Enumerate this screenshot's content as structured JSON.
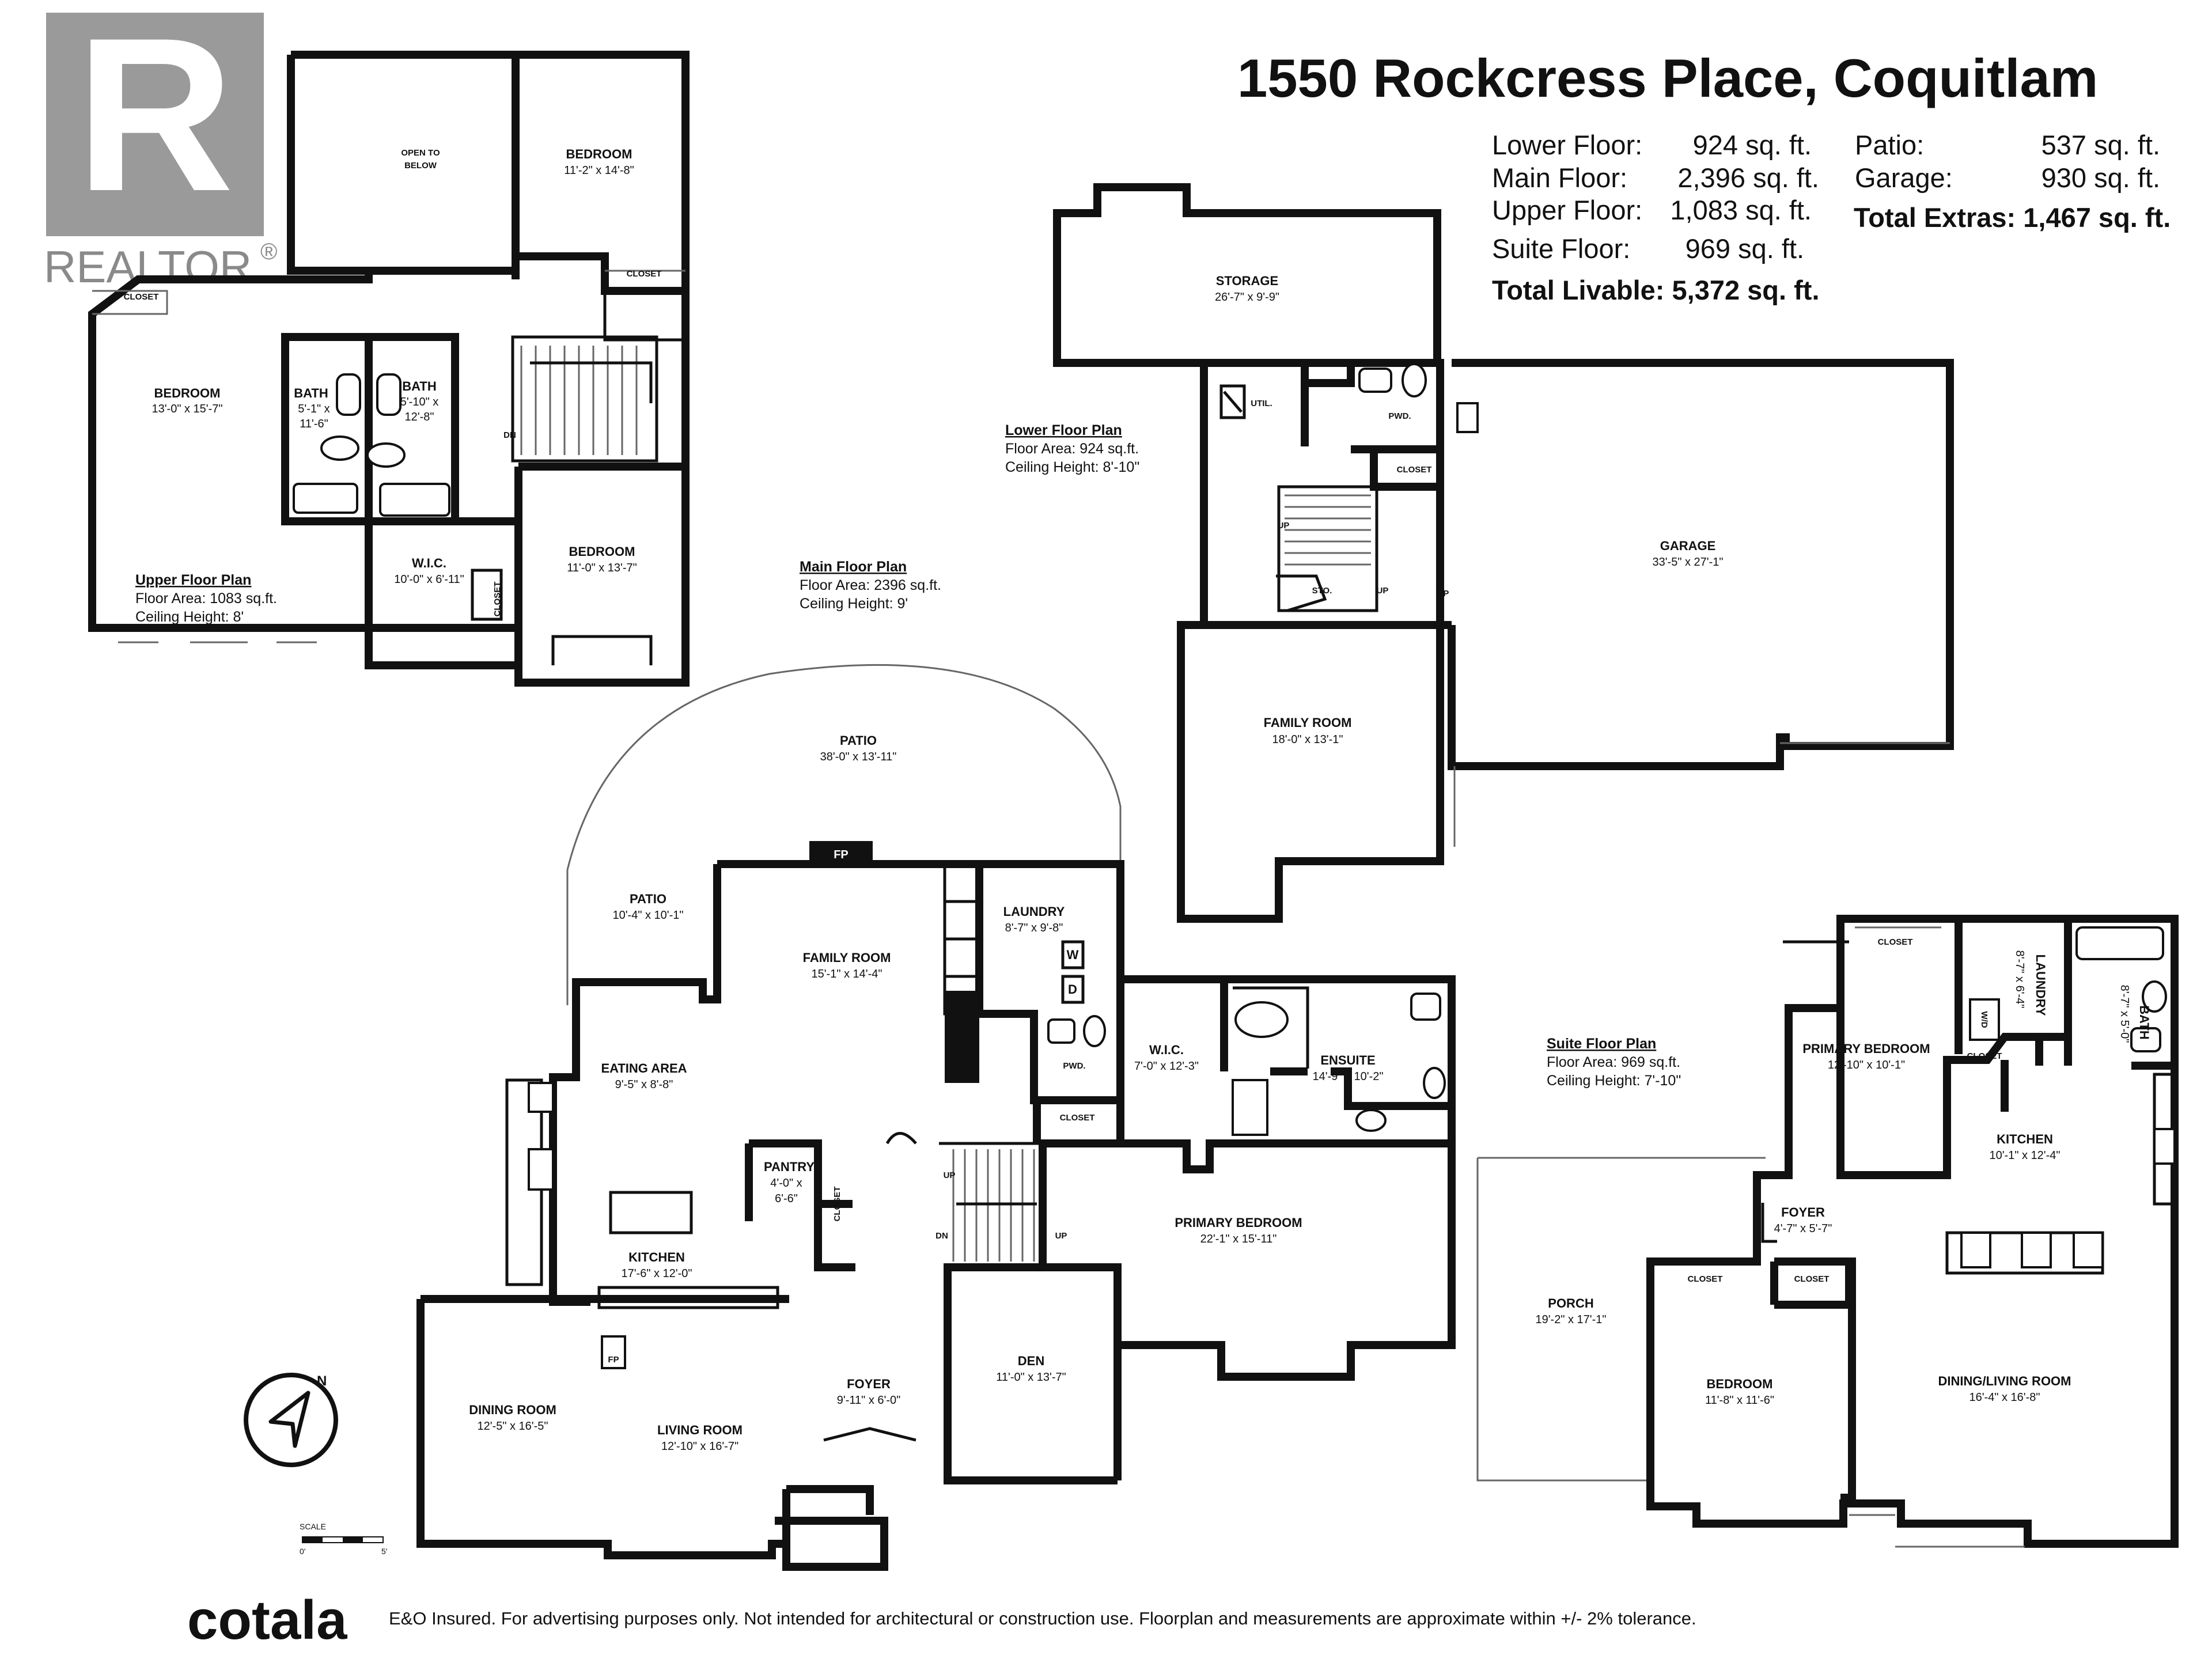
{
  "header": {
    "title": "1550 Rockcress Place, Coquitlam"
  },
  "summary": {
    "lower_floor": {
      "label": "Lower Floor:",
      "value": "924 sq. ft."
    },
    "main_floor": {
      "label": "Main Floor:",
      "value": "2,396 sq. ft."
    },
    "upper_floor": {
      "label": "Upper Floor:",
      "value": "1,083 sq. ft."
    },
    "suite_floor": {
      "label": "Suite Floor:",
      "value": "969 sq. ft."
    },
    "total_livable": "Total Livable: 5,372 sq. ft.",
    "patio": {
      "label": "Patio:",
      "value": "537 sq. ft."
    },
    "garage": {
      "label": "Garage:",
      "value": "930 sq. ft."
    },
    "total_extras": "Total Extras: 1,467 sq. ft."
  },
  "watermark": {
    "text": "REALTOR",
    "mark": "®",
    "logo_letter": "R"
  },
  "plans": {
    "upper": {
      "title": "Upper Floor Plan",
      "area": "Floor Area: 1083 sq.ft.",
      "ceiling": "Ceiling Height: 8'"
    },
    "lower": {
      "title": "Lower Floor Plan",
      "area": "Floor Area: 924 sq.ft.",
      "ceiling": "Ceiling Height: 8'-10\""
    },
    "main": {
      "title": "Main Floor Plan",
      "area": "Floor Area: 2396 sq.ft.",
      "ceiling": "Ceiling Height: 9'"
    },
    "suite": {
      "title": "Suite Floor Plan",
      "area": "Floor Area: 969 sq.ft.",
      "ceiling": "Ceiling Height: 7'-10\""
    }
  },
  "rooms": {
    "upper_open": {
      "name": "OPEN TO",
      "name2": "BELOW"
    },
    "upper_bedroom1": {
      "name": "BEDROOM",
      "dim": "11'-2\" x 14'-8\""
    },
    "upper_closet1": {
      "name": "CLOSET"
    },
    "upper_closet2": {
      "name": "CLOSET"
    },
    "upper_bedroom2": {
      "name": "BEDROOM",
      "dim": "13'-0\" x 15'-7\""
    },
    "upper_bath1": {
      "name": "BATH",
      "dim": "5'-1\" x",
      "dim2": "11'-6\""
    },
    "upper_bath2": {
      "name": "BATH",
      "dim": "5'-10\" x",
      "dim2": "12'-8\""
    },
    "upper_dn": {
      "name": "DN"
    },
    "upper_wic": {
      "name": "W.I.C.",
      "dim": "10'-0\" x 6'-11\""
    },
    "upper_closet3": {
      "name": "CLOSET"
    },
    "upper_bedroom3": {
      "name": "BEDROOM",
      "dim": "11'-0\" x 13'-7\""
    },
    "storage": {
      "name": "STORAGE",
      "dim": "26'-7\" x 9'-9\""
    },
    "util": {
      "name": "UTIL."
    },
    "lower_pwd": {
      "name": "PWD."
    },
    "lower_closet": {
      "name": "CLOSET"
    },
    "lower_up1": {
      "name": "UP"
    },
    "lower_sto": {
      "name": "STO."
    },
    "lower_up2": {
      "name": "UP"
    },
    "lower_up3": {
      "name": "UP"
    },
    "family_room_lower": {
      "name": "FAMILY ROOM",
      "dim": "18'-0\" x 13'-1\""
    },
    "garage": {
      "name": "GARAGE",
      "dim": "33'-5\" x 27'-1\""
    },
    "patio_big": {
      "name": "PATIO",
      "dim": "38'-0\" x 13'-11\""
    },
    "patio_small": {
      "name": "PATIO",
      "dim": "10'-4\" x 10'-1\""
    },
    "fp_top": {
      "name": "FP"
    },
    "family_room_main": {
      "name": "FAMILY ROOM",
      "dim": "15'-1\" x 14'-4\""
    },
    "laundry_main": {
      "name": "LAUNDRY",
      "dim": "8'-7\" x 9'-8\""
    },
    "washer": {
      "name": "W"
    },
    "dryer": {
      "name": "D"
    },
    "main_pwd": {
      "name": "PWD."
    },
    "main_closet": {
      "name": "CLOSET"
    },
    "eating_area": {
      "name": "EATING AREA",
      "dim": "9'-5\" x 8'-8\""
    },
    "pantry": {
      "name": "PANTRY",
      "dim": "4'-0\" x",
      "dim2": "6'-6\""
    },
    "pantry_closet": {
      "name": "CLOSET"
    },
    "main_up": {
      "name": "UP"
    },
    "main_dn": {
      "name": "DN"
    },
    "main_up2": {
      "name": "UP"
    },
    "kitchen_main": {
      "name": "KITCHEN",
      "dim": "17'-6\" x 12'-0\""
    },
    "fp_bottom": {
      "name": "FP"
    },
    "wic_main": {
      "name": "W.I.C.",
      "dim": "7'-0\" x 12'-3\""
    },
    "ensuite": {
      "name": "ENSUITE",
      "dim": "14'-9\" x 10'-2\""
    },
    "primary_main": {
      "name": "PRIMARY BEDROOM",
      "dim": "22'-1\" x 15'-11\""
    },
    "dining_main": {
      "name": "DINING ROOM",
      "dim": "12'-5\" x 16'-5\""
    },
    "living_main": {
      "name": "LIVING ROOM",
      "dim": "12'-10\" x 16'-7\""
    },
    "foyer_main": {
      "name": "FOYER",
      "dim": "9'-11\" x 6'-0\""
    },
    "den": {
      "name": "DEN",
      "dim": "11'-0\" x 13'-7\""
    },
    "porch": {
      "name": "PORCH",
      "dim": "19'-2\" x 17'-1\""
    },
    "suite_closet1": {
      "name": "CLOSET"
    },
    "suite_primary": {
      "name": "PRIMARY BEDROOM",
      "dim": "12'-10\" x 10'-1\""
    },
    "suite_laundry": {
      "name": "LAUNDRY",
      "dim": "8'-7\" x 6'-4\""
    },
    "suite_bath": {
      "name": "BATH",
      "dim": "8'-7\" x 5'-0\""
    },
    "suite_wd": {
      "name": "W/D"
    },
    "suite_closet2": {
      "name": "CLOSET"
    },
    "suite_kitchen": {
      "name": "KITCHEN",
      "dim": "10'-1\" x 12'-4\""
    },
    "suite_foyer": {
      "name": "FOYER",
      "dim": "4'-7\" x 5'-7\""
    },
    "suite_closet3": {
      "name": "CLOSET"
    },
    "suite_closet4": {
      "name": "CLOSET"
    },
    "suite_bedroom": {
      "name": "BEDROOM",
      "dim": "11'-8\" x 11'-6\""
    },
    "suite_dining_living": {
      "name": "DINING/LIVING ROOM",
      "dim": "16'-4\" x 16'-8\""
    }
  },
  "scale": {
    "label": "SCALE",
    "start": "0'",
    "end": "5'"
  },
  "compass": {
    "label": "N"
  },
  "footer": {
    "brand": "cotala",
    "disclaimer": "E&O Insured. For advertising purposes only. Not intended for architectural or construction use. Floorplan and measurements are approximate within +/- 2% tolerance."
  }
}
